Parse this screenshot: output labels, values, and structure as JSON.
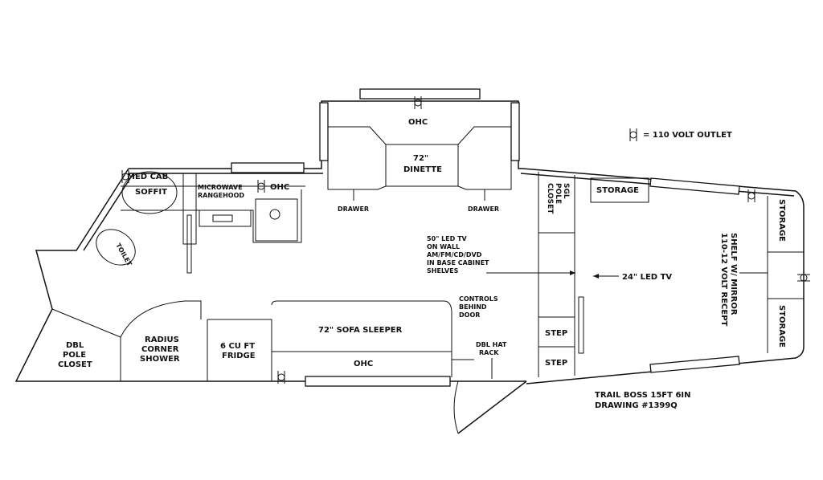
{
  "legend": {
    "outlet_label": "= 110 VOLT OUTLET",
    "outlet_icon": "outlet-icon"
  },
  "labels": {
    "med_cab": "MED CAB",
    "soffit": "SOFFIT",
    "microwave": "MICROWAVE",
    "rangehood": "RANGEHOOD",
    "ohc_kitchen": "OHC",
    "ohc_dinette": "OHC",
    "dinette_size": "72\"",
    "dinette": "DINETTE",
    "drawer_left": "DRAWER",
    "drawer_right": "DRAWER",
    "closet_l1": "SGL",
    "closet_l2": "POLE",
    "closet_l3": "CLOSET",
    "storage_top": "STORAGE",
    "storage_nose_top": "STORAGE",
    "storage_nose_bottom": "STORAGE",
    "shelf_l1": "SHELF W/ MIRROR",
    "shelf_l2": "110-12 VOLT RECEPT",
    "tv50": [
      "50\" LED TV",
      "ON WALL",
      "AM/FM/CD/DVD",
      "IN BASE CABINET",
      "SHELVES"
    ],
    "tv24": "24\" LED TV",
    "toilet": "TOILET",
    "controls": [
      "CONTROLS",
      "BEHIND",
      "DOOR"
    ],
    "step1": "STEP",
    "step2": "STEP",
    "dbl_pole_closet": [
      "DBL",
      "POLE",
      "CLOSET"
    ],
    "shower": [
      "RADIUS",
      "CORNER",
      "SHOWER"
    ],
    "fridge": [
      "6 CU FT",
      "FRIDGE"
    ],
    "sofa": "72\" SOFA SLEEPER",
    "ohc_sofa": "OHC",
    "hat_rack": [
      "DBL HAT",
      "RACK"
    ],
    "model": "TRAIL BOSS 15FT 6IN",
    "drawing": "DRAWING #1399Q"
  }
}
